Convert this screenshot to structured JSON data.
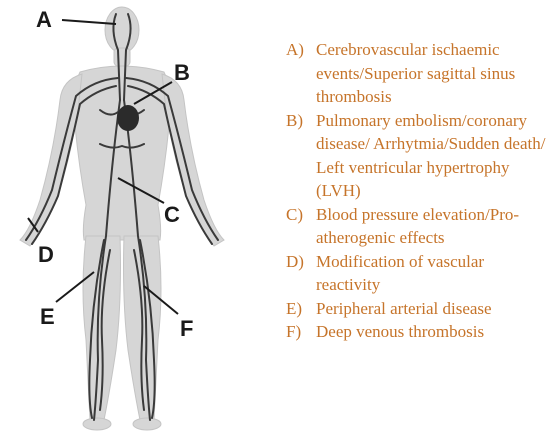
{
  "colors": {
    "legend_text": "#c6742a",
    "vessel": "#3a3a3a",
    "silhouette": "#d4d4d4",
    "heart": "#2b2b2b"
  },
  "figure": {
    "callouts": [
      {
        "key": "A"
      },
      {
        "key": "B"
      },
      {
        "key": "C"
      },
      {
        "key": "D"
      },
      {
        "key": "E"
      },
      {
        "key": "F"
      }
    ]
  },
  "legend": {
    "items": [
      {
        "key": "A)",
        "text": "Cerebrovascular ischaemic events/Superior sagittal sinus thrombosis"
      },
      {
        "key": "B)",
        "text": "Pulmonary embolism/coronary disease/ Arrhytmia/Sudden death/ Left ventricular hypertrophy (LVH)"
      },
      {
        "key": "C)",
        "text": "Blood pressure elevation/Pro-atherogenic effects"
      },
      {
        "key": "D)",
        "text": "Modification of vascular reactivity"
      },
      {
        "key": "E)",
        "text": "Peripheral arterial disease"
      },
      {
        "key": "F)",
        "text": "Deep venous thrombosis"
      }
    ]
  }
}
